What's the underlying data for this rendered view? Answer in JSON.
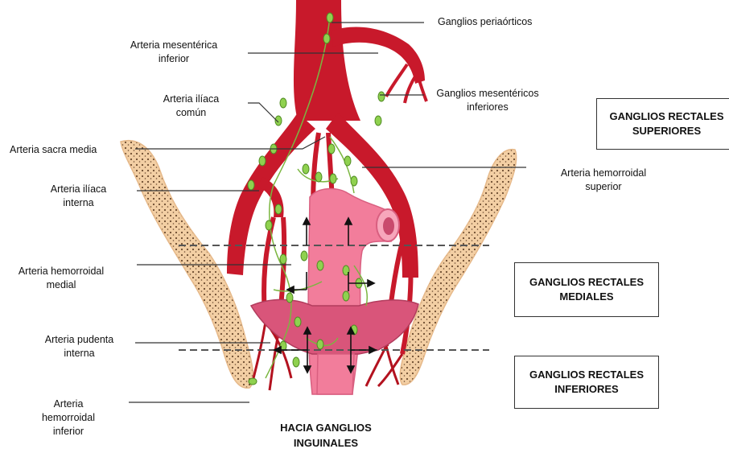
{
  "labels": {
    "periaorticos": [
      "Ganglios periaórticos"
    ],
    "mesenterica_inferior": [
      "Arteria mesentérica",
      "inferior"
    ],
    "mesentericos_inferiores": [
      "Ganglios mesentéricos",
      "inferiores"
    ],
    "iliaca_comun": [
      "Arteria ilíaca",
      "común"
    ],
    "sacra_media": [
      "Arteria sacra media"
    ],
    "hemorroidal_superior": [
      "Arteria hemorroidal",
      "superior"
    ],
    "iliaca_interna": [
      "Arteria ilíaca",
      "interna"
    ],
    "hemorroidal_medial": [
      "Arteria hemorroidal",
      "medial"
    ],
    "pudenta_interna": [
      "Arteria pudenta",
      "interna"
    ],
    "hemorroidal_inferior": [
      "Arteria",
      "hemorroidal",
      "inferior"
    ]
  },
  "boxes": {
    "superiores": [
      "GANGLIOS RECTALES",
      "SUPERIORES"
    ],
    "mediales": [
      "GANGLIOS RECTALES",
      "MEDIALES"
    ],
    "inferiores": [
      "GANGLIOS RECTALES",
      "INFERIORES"
    ]
  },
  "bottom_caption": [
    "HACIA GANGLIOS",
    "INGUINALES"
  ],
  "colors": {
    "artery": "#c8192b",
    "artery_dark": "#9a0f1e",
    "rectum": "#f27d9b",
    "rectum_light": "#f7a6bb",
    "node": "#8fd14f",
    "bone": "#f3cfa4",
    "bone_dots": "#6b4a2f"
  }
}
